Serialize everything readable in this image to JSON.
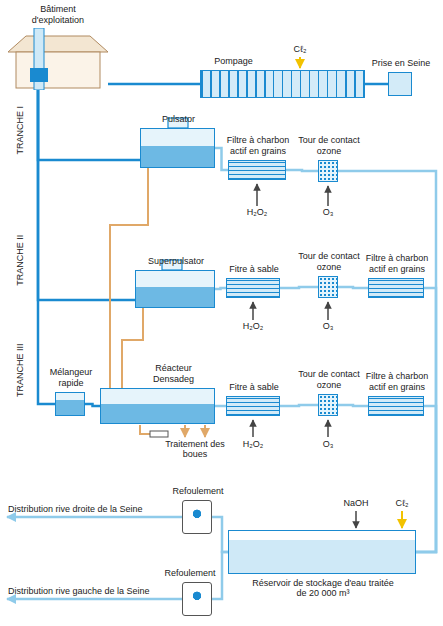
{
  "diagram": {
    "nodes": [
      {
        "text": [
          "Bâtiment d'exploitation"
        ]
      },
      {
        "text": [
          "Pompage"
        ]
      },
      {
        "text": [
          "Prise en Seine"
        ]
      },
      {
        "text": [
          "Pulsator"
        ]
      },
      {
        "text": [
          "Filtre à charbon actif en grains"
        ]
      },
      {
        "text": [
          "Tour de contact ozone"
        ]
      },
      {
        "text": [
          "Superpulsator"
        ]
      },
      {
        "text": [
          "Fitre à sable"
        ]
      },
      {
        "text": [
          "Tour de contact ozone"
        ]
      },
      {
        "text": [
          "Filtre à charbon actif en grains"
        ]
      },
      {
        "text": [
          "Mélangeur rapide"
        ]
      },
      {
        "text": [
          "Réacteur Densadeg"
        ]
      },
      {
        "text": [
          "Fitre à sable"
        ]
      },
      {
        "text": [
          "Tour de contact ozone"
        ]
      },
      {
        "text": [
          "Filtre à charbon actif en grains"
        ]
      },
      {
        "text": [
          "Réservoir de stockage d'eau traitée de 20 000 m³"
        ]
      },
      {
        "text": [
          "Refoulement"
        ]
      },
      {
        "text": [
          "Refoulement"
        ]
      }
    ],
    "edges": [
      {
        "from": 2,
        "to": 1,
        "arrow": "none"
      },
      {
        "from": 1,
        "to": 0,
        "arrow": "none"
      },
      {
        "from": 0,
        "to": 3,
        "arrow": "none"
      },
      {
        "from": 0,
        "to": 6,
        "arrow": "none"
      },
      {
        "from": 0,
        "to": 10,
        "arrow": "none"
      },
      {
        "from": 3,
        "to": 4,
        "arrow": "none"
      },
      {
        "from": 4,
        "to": 5,
        "arrow": "none"
      },
      {
        "from": 5,
        "to": 15,
        "arrow": "none"
      },
      {
        "from": 6,
        "to": 7,
        "arrow": "none"
      },
      {
        "from": 7,
        "to": 8,
        "arrow": "none"
      },
      {
        "from": 8,
        "to": 9,
        "arrow": "none"
      },
      {
        "from": 9,
        "to": 15,
        "arrow": "none"
      },
      {
        "from": 10,
        "to": 11,
        "arrow": "none"
      },
      {
        "from": 11,
        "to": 12,
        "arrow": "none"
      },
      {
        "from": 12,
        "to": 13,
        "arrow": "none"
      },
      {
        "from": 13,
        "to": 14,
        "arrow": "none"
      },
      {
        "from": 14,
        "to": 15,
        "arrow": "none"
      },
      {
        "from": 15,
        "to": 16,
        "arrow": "none"
      },
      {
        "from": 15,
        "to": 17,
        "arrow": "none"
      },
      {
        "from": 3,
        "to": 11,
        "arrow": "none"
      },
      {
        "from": 6,
        "to": 11,
        "arrow": "none"
      }
    ],
    "labels": [
      "TRANCHE I",
      "TRANCHE II",
      "TRANCHE III",
      "Cℓ₂",
      "H₂O₂",
      "O₃",
      "H₂O₂",
      "O₃",
      "Traitement des boues",
      "H₂O₂",
      "O₃",
      "NaOH",
      "Cℓ₂",
      "Distribution rive droite de la Seine",
      "Distribution rive gauche de la Seine"
    ]
  }
}
